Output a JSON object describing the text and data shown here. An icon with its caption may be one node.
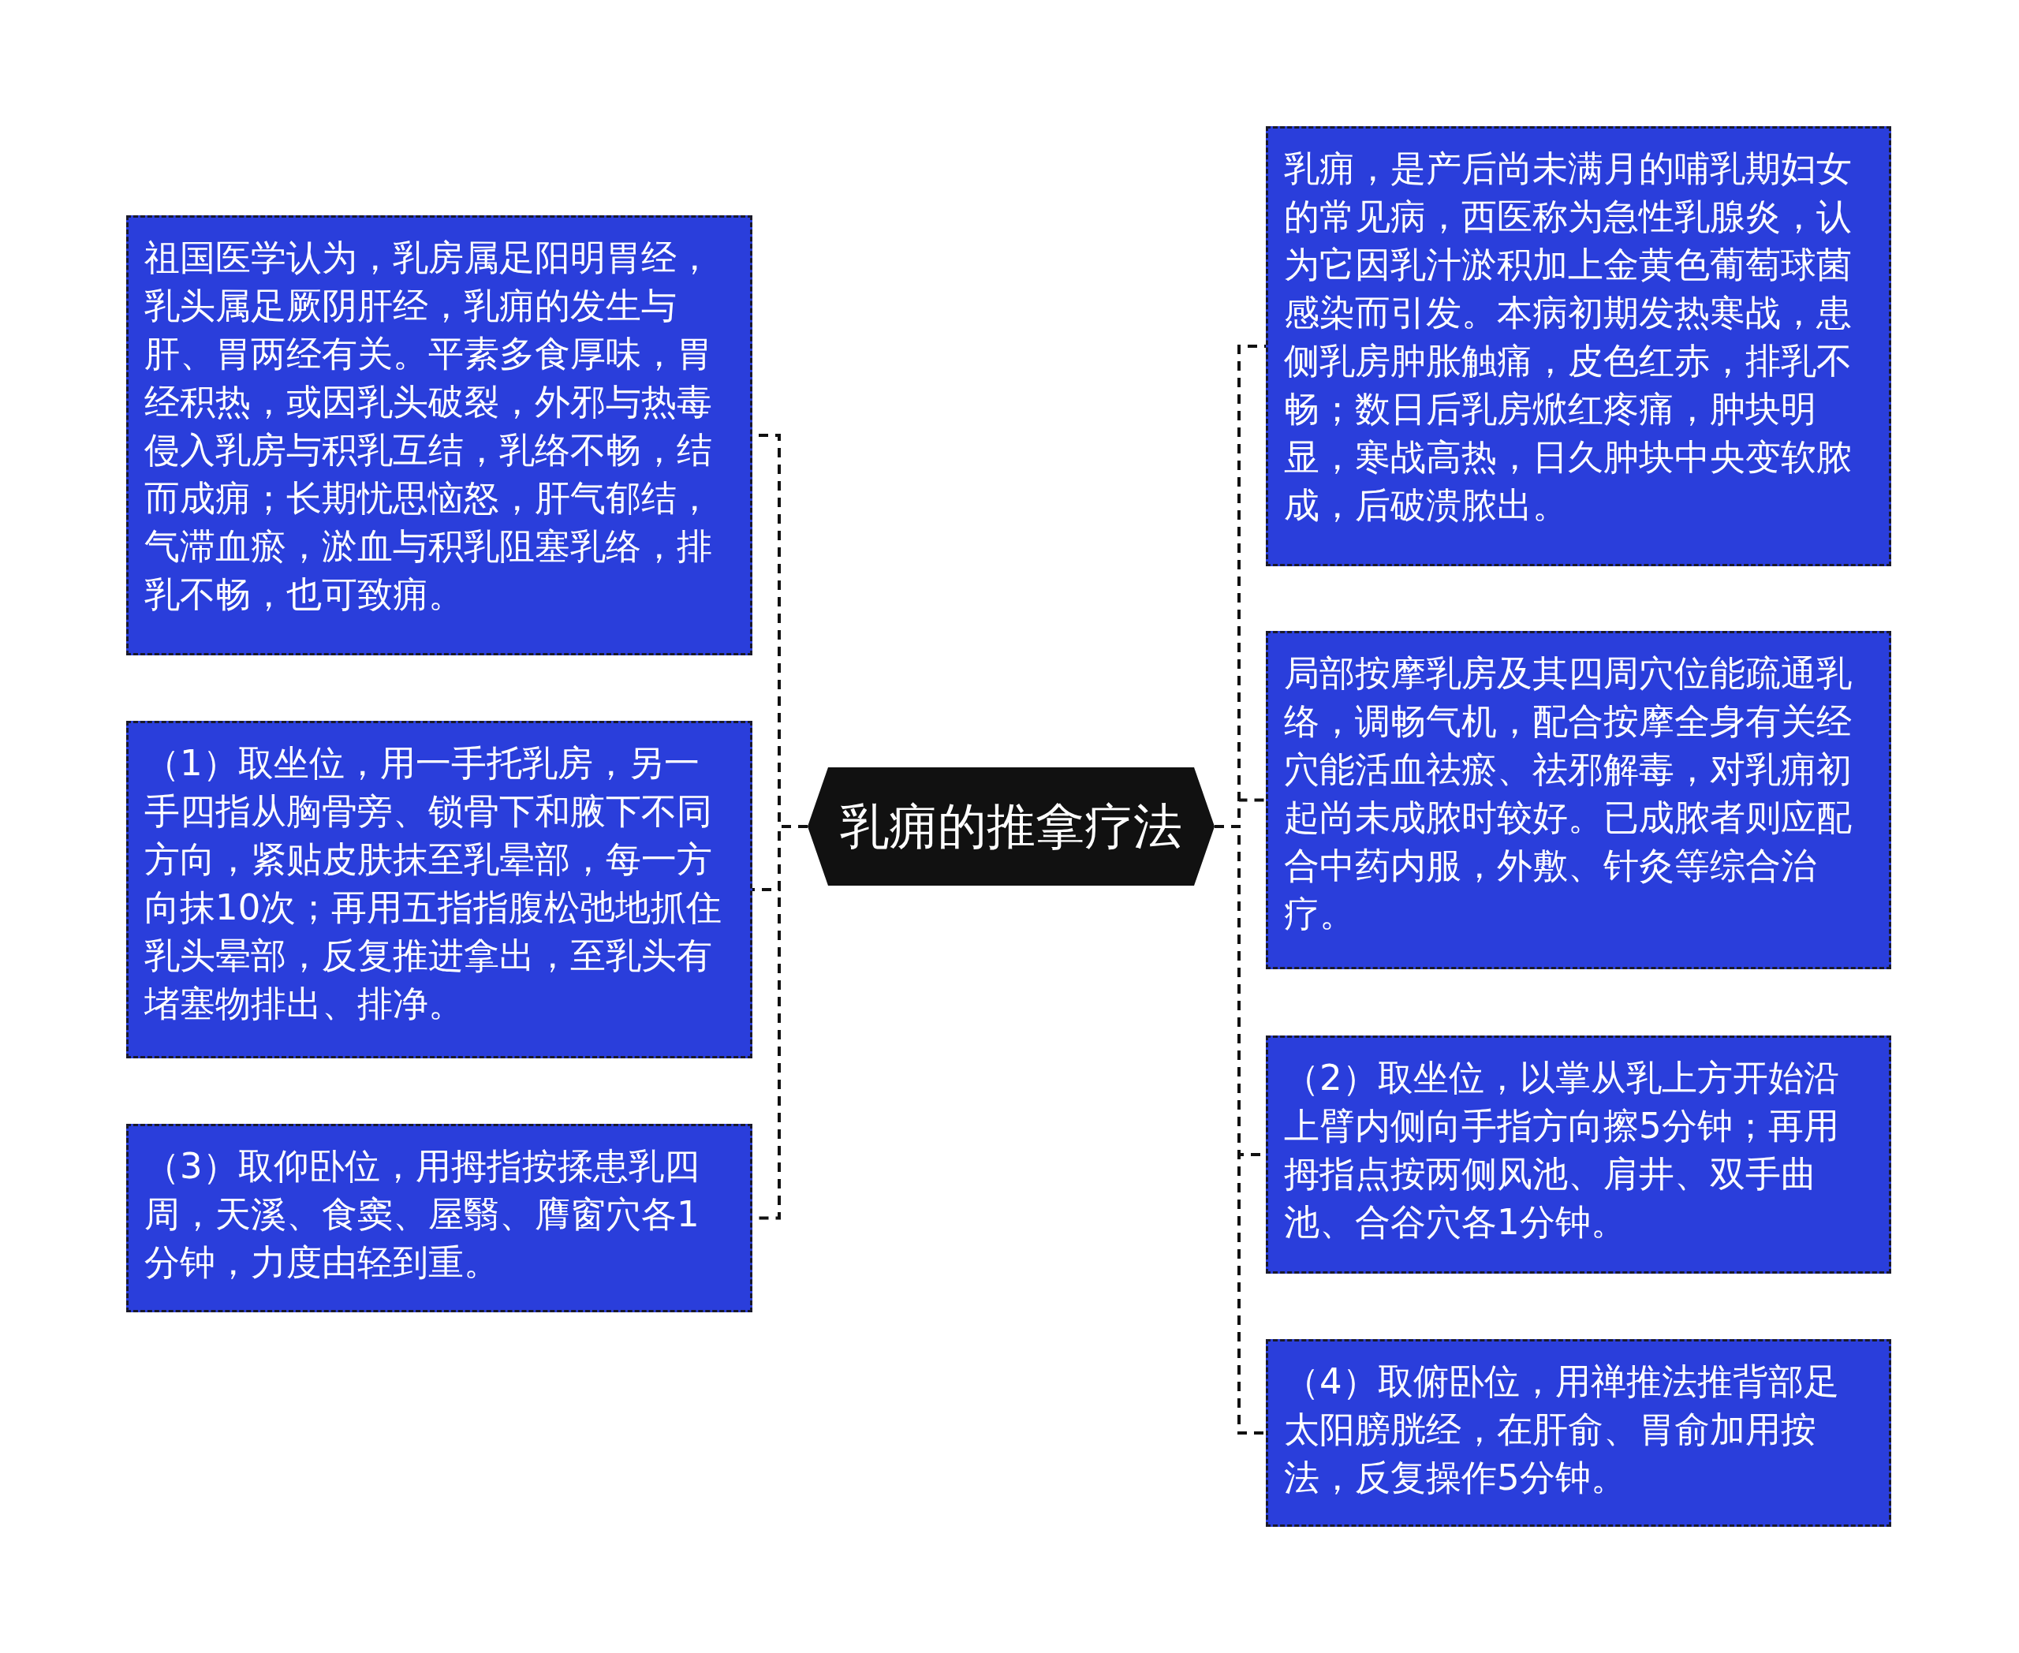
{
  "diagram": {
    "nodes": [
      {
        "text": [
          "乳痈的推拿疗法"
        ]
      },
      {
        "text": [
          "祖国医学认为，乳房属足阳明胃经，乳头属足厥阴肝经，乳痈的发生与肝、胃两经有关。平素多食厚味，胃经积热，或因乳头破裂，外邪与热毒侵入乳房与积乳互结，乳络不畅，结而成痈；长期忧思恼怒，肝气郁结，气滞血瘀，淤血与积乳阻塞乳络，排乳不畅，也可致痈。"
        ]
      },
      {
        "text": [
          "（1）取坐位，用一手托乳房，另一手四指从胸骨旁、锁骨下和腋下不同方向，紧贴皮肤抹至乳晕部，每一方向抹10次；再用五指指腹松弛地抓住乳头晕部，反复推进拿出，至乳头有堵塞物排出、排净。"
        ]
      },
      {
        "text": [
          "（3）取仰卧位，用拇指按揉患乳四周，天溪、食窦、屋翳、膺窗穴各1分钟，力度由轻到重。"
        ]
      },
      {
        "text": [
          "乳痈，是产后尚未满月的哺乳期妇女的常见病，西医称为急性乳腺炎，认为它因乳汁淤积加上金黄色葡萄球菌感染而引发。本病初期发热寒战，患侧乳房肿胀触痛，皮色红赤，排乳不畅；数日后乳房焮红疼痛，肿块明显，寒战高热，日久肿块中央变软脓成，后破溃脓出。"
        ]
      },
      {
        "text": [
          "局部按摩乳房及其四周穴位能疏通乳络，调畅气机，配合按摩全身有关经穴能活血祛瘀、祛邪解毒，对乳痈初起尚未成脓时较好。已成脓者则应配合中药内服，外敷、针灸等综合治疗。"
        ]
      },
      {
        "text": [
          "（2）取坐位，以掌从乳上方开始沿上臂内侧向手指方向擦5分钟；再用拇指点按两侧风池、肩井、双手曲池、合谷穴各1分钟。"
        ]
      },
      {
        "text": [
          "（4）取俯卧位，用禅推法推背部足太阳膀胱经，在肝俞、胃俞加用按法，反复操作5分钟。"
        ]
      }
    ],
    "edges": [
      {
        "from": 0,
        "to": 1,
        "arrow": "none",
        "style": "dashed"
      },
      {
        "from": 0,
        "to": 2,
        "arrow": "none",
        "style": "dashed"
      },
      {
        "from": 0,
        "to": 3,
        "arrow": "none",
        "style": "dashed"
      },
      {
        "from": 0,
        "to": 4,
        "arrow": "none",
        "style": "dashed"
      },
      {
        "from": 0,
        "to": 5,
        "arrow": "none",
        "style": "dashed"
      },
      {
        "from": 0,
        "to": 6,
        "arrow": "none",
        "style": "dashed"
      },
      {
        "from": 0,
        "to": 7,
        "arrow": "none",
        "style": "dashed"
      }
    ]
  }
}
